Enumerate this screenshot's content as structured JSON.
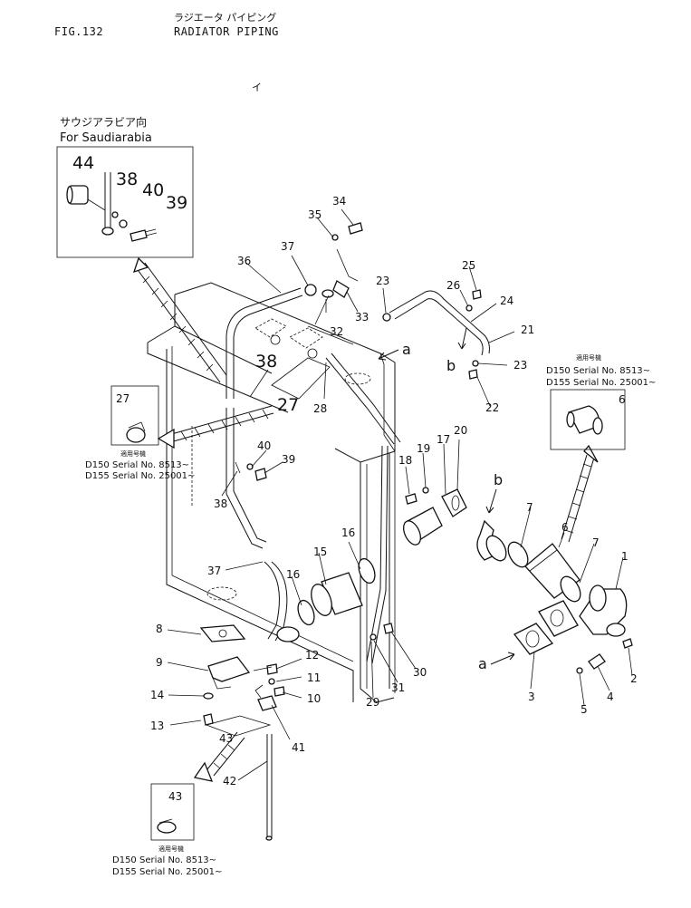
{
  "header": {
    "fig": "FIG.132",
    "title_jp": "ラジエータ パイピング",
    "title": "RADIATOR PIPING",
    "mark": "イ"
  },
  "saudi": {
    "jp": "サウジアラビア向",
    "en": "For Saudiarabia",
    "labels": [
      "44",
      "38",
      "40",
      "39"
    ]
  },
  "serial": {
    "jp": "適用号機",
    "d150": "D150  Serial No. 8513~",
    "d155": "D155  Serial No. 25001~"
  },
  "inset_labels": {
    "i27": "27",
    "i6": "6",
    "i43": "43"
  },
  "big_labels": {
    "l38": "38",
    "l27": "27"
  },
  "arrows": {
    "a1": "a",
    "a2": "a",
    "b1": "b",
    "b2": "b"
  },
  "callouts": [
    "1",
    "2",
    "3",
    "4",
    "5",
    "6",
    "7",
    "7",
    "8",
    "9",
    "10",
    "11",
    "12",
    "13",
    "14",
    "15",
    "16",
    "16",
    "17",
    "18",
    "19",
    "20",
    "21",
    "22",
    "23",
    "23",
    "24",
    "25",
    "26",
    "28",
    "29",
    "30",
    "31",
    "32",
    "33",
    "34",
    "35",
    "36",
    "37",
    "37",
    "38",
    "39",
    "40",
    "41",
    "42",
    "43"
  ]
}
